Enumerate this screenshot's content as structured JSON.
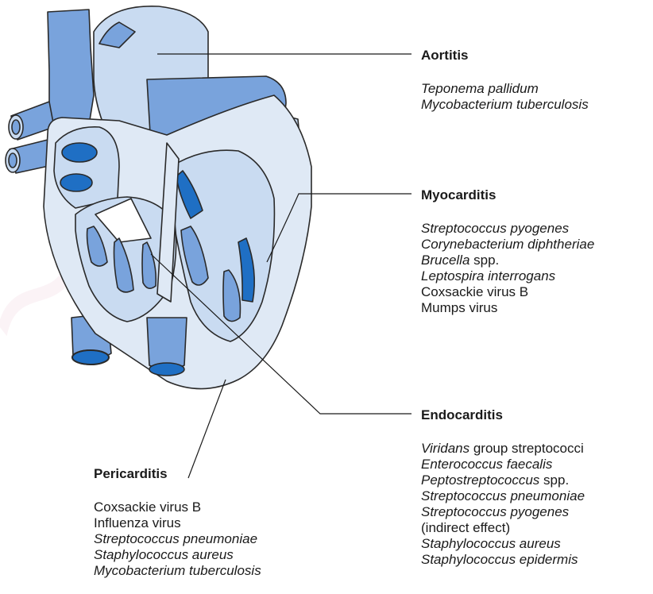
{
  "colors": {
    "vessel": "#79a3dc",
    "vessel_dark": "#1f6fc4",
    "vessel_light": "#c9dbf1",
    "wall": "#dfe9f5",
    "outline": "#2a2a2a"
  },
  "labels": {
    "aortitis": {
      "title": "Aortitis",
      "items": [
        {
          "parts": [
            {
              "text": "Teponema pallidum",
              "italic": true
            }
          ]
        },
        {
          "parts": [
            {
              "text": "Mycobacterium tuberculosis",
              "italic": true
            }
          ]
        }
      ]
    },
    "myocarditis": {
      "title": "Myocarditis",
      "items": [
        {
          "parts": [
            {
              "text": "Streptococcus pyogenes",
              "italic": true
            }
          ]
        },
        {
          "parts": [
            {
              "text": "Corynebacterium diphtheriae",
              "italic": true
            }
          ]
        },
        {
          "parts": [
            {
              "text": "Brucella",
              "italic": true
            },
            {
              "text": " spp.",
              "italic": false
            }
          ]
        },
        {
          "parts": [
            {
              "text": "Leptospira interrogans",
              "italic": true
            }
          ]
        },
        {
          "parts": [
            {
              "text": "Coxsackie virus B",
              "italic": false
            }
          ]
        },
        {
          "parts": [
            {
              "text": "Mumps virus",
              "italic": false
            }
          ]
        }
      ]
    },
    "endocarditis": {
      "title": "Endocarditis",
      "items": [
        {
          "parts": [
            {
              "text": "Viridans",
              "italic": true
            },
            {
              "text": " group streptococci",
              "italic": false
            }
          ]
        },
        {
          "parts": [
            {
              "text": "Enterococcus faecalis",
              "italic": true
            }
          ]
        },
        {
          "parts": [
            {
              "text": "Peptostreptococcus",
              "italic": true
            },
            {
              "text": " spp.",
              "italic": false
            }
          ]
        },
        {
          "parts": [
            {
              "text": "Streptococcus pneumoniae",
              "italic": true
            }
          ]
        },
        {
          "parts": [
            {
              "text": "Streptococcus pyogenes",
              "italic": true
            }
          ]
        },
        {
          "parts": [
            {
              "text": " (indirect effect)",
              "italic": false
            }
          ]
        },
        {
          "parts": [
            {
              "text": "Staphylococcus aureus",
              "italic": true
            }
          ]
        },
        {
          "parts": [
            {
              "text": "Staphylococcus epidermis",
              "italic": true
            }
          ]
        }
      ]
    },
    "pericarditis": {
      "title": "Pericarditis",
      "items": [
        {
          "parts": [
            {
              "text": "Coxsackie virus B",
              "italic": false
            }
          ]
        },
        {
          "parts": [
            {
              "text": "Influenza virus",
              "italic": false
            }
          ]
        },
        {
          "parts": [
            {
              "text": "Streptococcus pneumoniae",
              "italic": true
            }
          ]
        },
        {
          "parts": [
            {
              "text": "Staphylococcus aureus",
              "italic": true
            }
          ]
        },
        {
          "parts": [
            {
              "text": "Mycobacterium tuberculosis",
              "italic": true
            }
          ]
        }
      ]
    }
  }
}
